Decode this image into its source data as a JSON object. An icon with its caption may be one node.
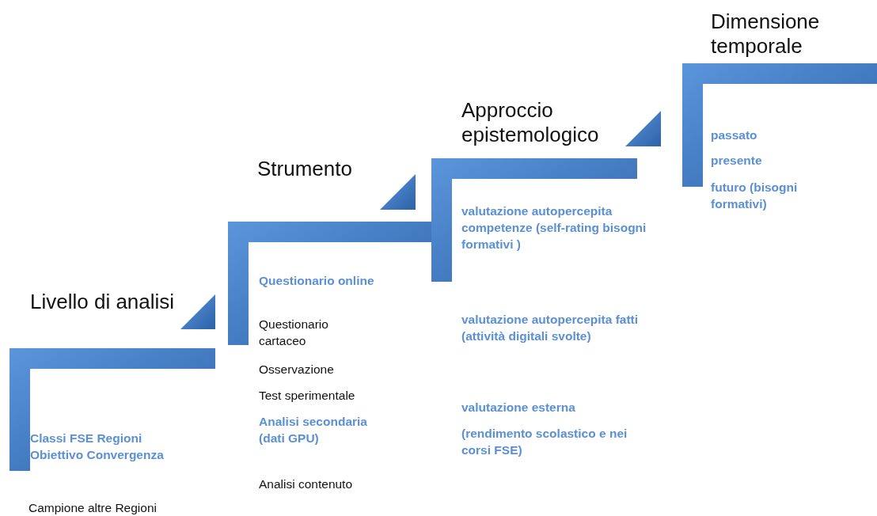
{
  "diagram": {
    "nodes": [
      {
        "text": [
          "Livello di analisi",
          "Classi FSE Regioni Obiettivo Convergenza",
          "Campione altre Regioni"
        ]
      },
      {
        "text": [
          "Strumento",
          "Questionario online",
          "Questionario cartaceo",
          "Osservazione",
          "Test sperimentale",
          "Analisi secondaria (dati GPU)",
          "Analisi contenuto"
        ]
      },
      {
        "text": [
          "Approccio epistemologico",
          "valutazione autopercepita competenze (self-rating bisogni formativi )",
          "valutazione autopercepita fatti (attività digitali svolte)",
          "valutazione esterna",
          "(rendimento scolastico e nei corsi FSE)"
        ]
      },
      {
        "text": [
          "Dimensione temporale",
          "passato",
          "presente",
          "futuro (bisogni formativi)"
        ]
      }
    ],
    "edges": []
  }
}
